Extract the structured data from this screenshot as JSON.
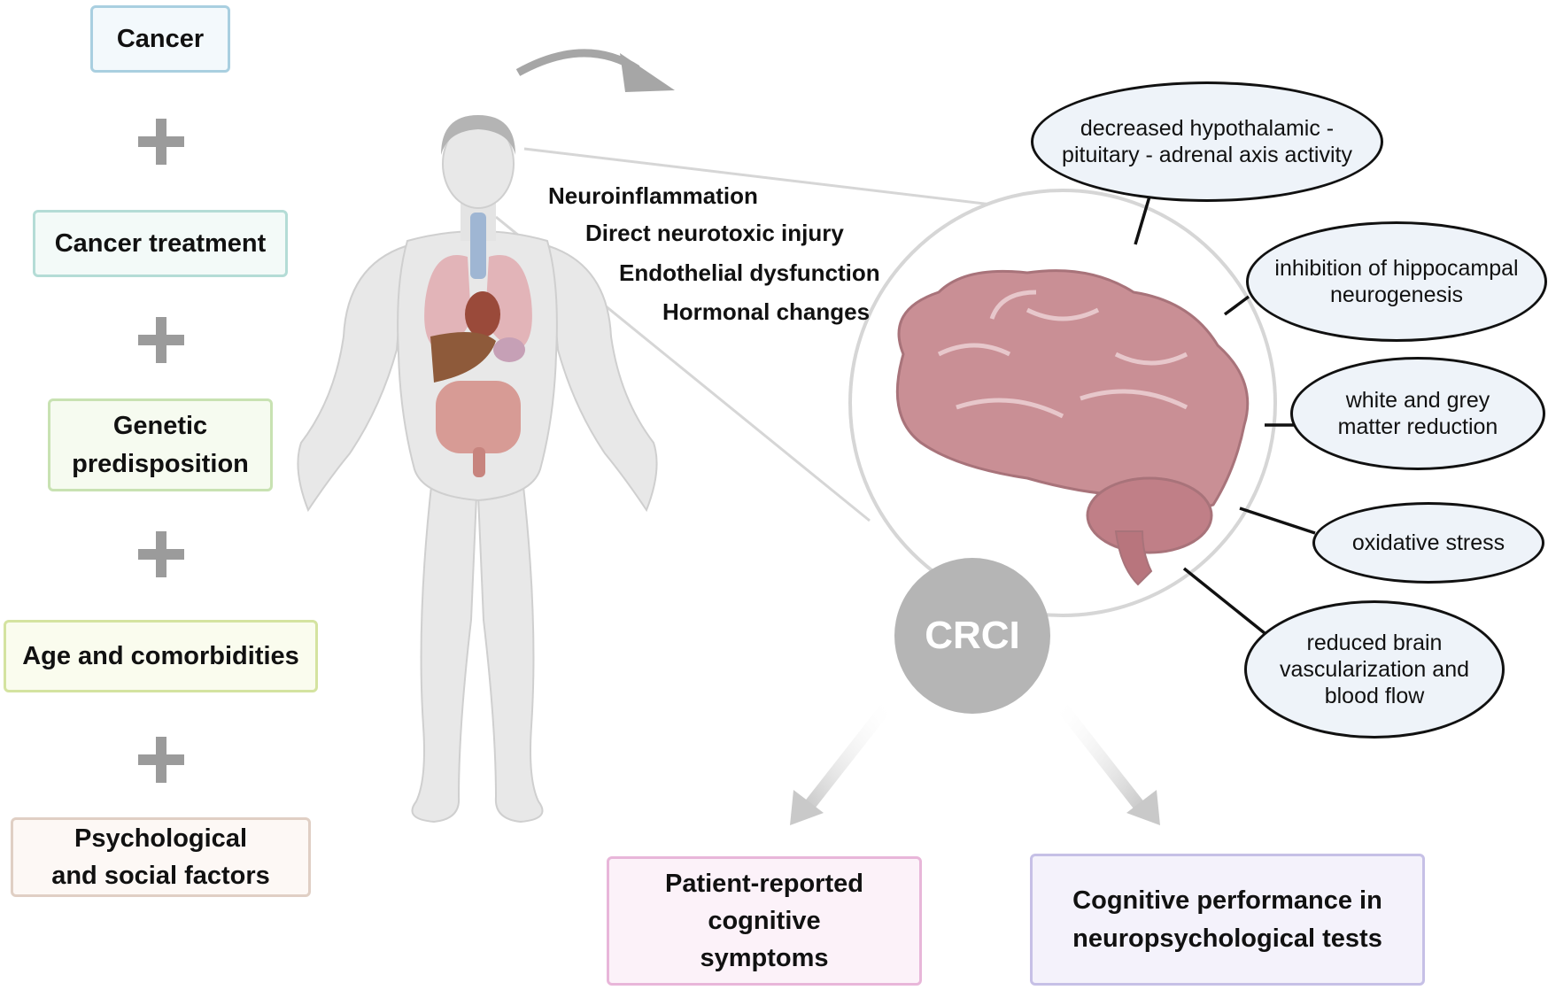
{
  "factors": [
    {
      "id": "cancer",
      "label": "Cancer"
    },
    {
      "id": "cancer-treatment",
      "label": "Cancer treatment"
    },
    {
      "id": "genetic-predisposition",
      "label": "Genetic predisposition"
    },
    {
      "id": "age-comorbidities",
      "label": "Age and comorbidities"
    },
    {
      "id": "psychological-social",
      "label": "Psychological and social factors"
    }
  ],
  "mechanisms": [
    "Neuroinflammation",
    "Direct neurotoxic injury",
    "Endothelial dysfunction",
    "Hormonal changes"
  ],
  "brain_effects": [
    "decreased hypothalamic - pituitary - adrenal axis activity",
    "inhibition of hippocampal neurogenesis",
    "white and grey matter reduction",
    "oxidative stress",
    "reduced brain vascularization and blood flow"
  ],
  "center_label": "CRCI",
  "outcomes": [
    {
      "id": "patient-reported",
      "label": "Patient-reported cognitive symptoms"
    },
    {
      "id": "cognitive-performance",
      "label": "Cognitive performance in neuropsychological tests"
    }
  ],
  "colors": {
    "cancer_border": "#a9cfe0",
    "cancer_fill": "#f3f9fc",
    "treatment_border": "#b4dcd6",
    "treatment_fill": "#f3faf8",
    "genetic_border": "#c8e2b2",
    "genetic_fill": "#f6fbf0",
    "age_border": "#d4e3a0",
    "age_fill": "#fafcee",
    "psych_border": "#e0cfc4",
    "psych_fill": "#fdf8f5",
    "outcome1_border": "#e8b6d9",
    "outcome1_fill": "#fcf2f9",
    "outcome2_border": "#c6c0e6",
    "outcome2_fill": "#f4f2fb",
    "brain": "#c98f95",
    "ellipse_fill": "#eef3f9",
    "crci": "#b5b5b5",
    "arrow": "#c9c9c9"
  }
}
